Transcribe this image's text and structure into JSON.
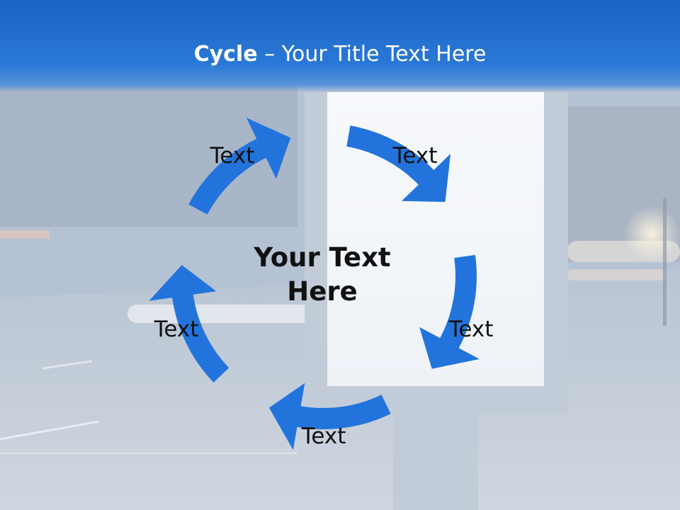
{
  "slide": {
    "title_strong": "Cycle",
    "title_rest": " – Your Title Text Here",
    "center_text": "Your Text Here",
    "nodes": [
      "Text",
      "Text",
      "Text",
      "Text",
      "Text"
    ]
  },
  "colors": {
    "header": "#1f6fd0",
    "arrow": "#2274dc",
    "text": "#111111"
  }
}
